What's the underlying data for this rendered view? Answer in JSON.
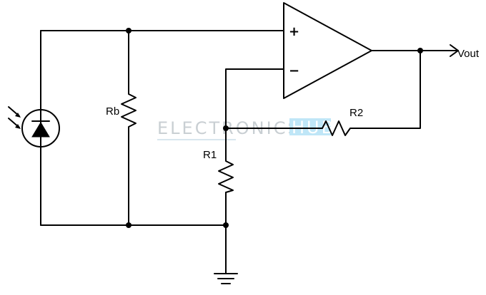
{
  "labels": {
    "rb": "Rb",
    "r1": "R1",
    "r2": "R2",
    "vout": "Vout",
    "plus": "+",
    "minus": "−"
  },
  "watermark": {
    "text": "ELECTRONICS",
    "hub": "HUB",
    "text_color": "#c9cfd3",
    "hub_bg_color": "#bfe6f7"
  },
  "colors": {
    "wire": "#000000",
    "background": "#ffffff"
  }
}
